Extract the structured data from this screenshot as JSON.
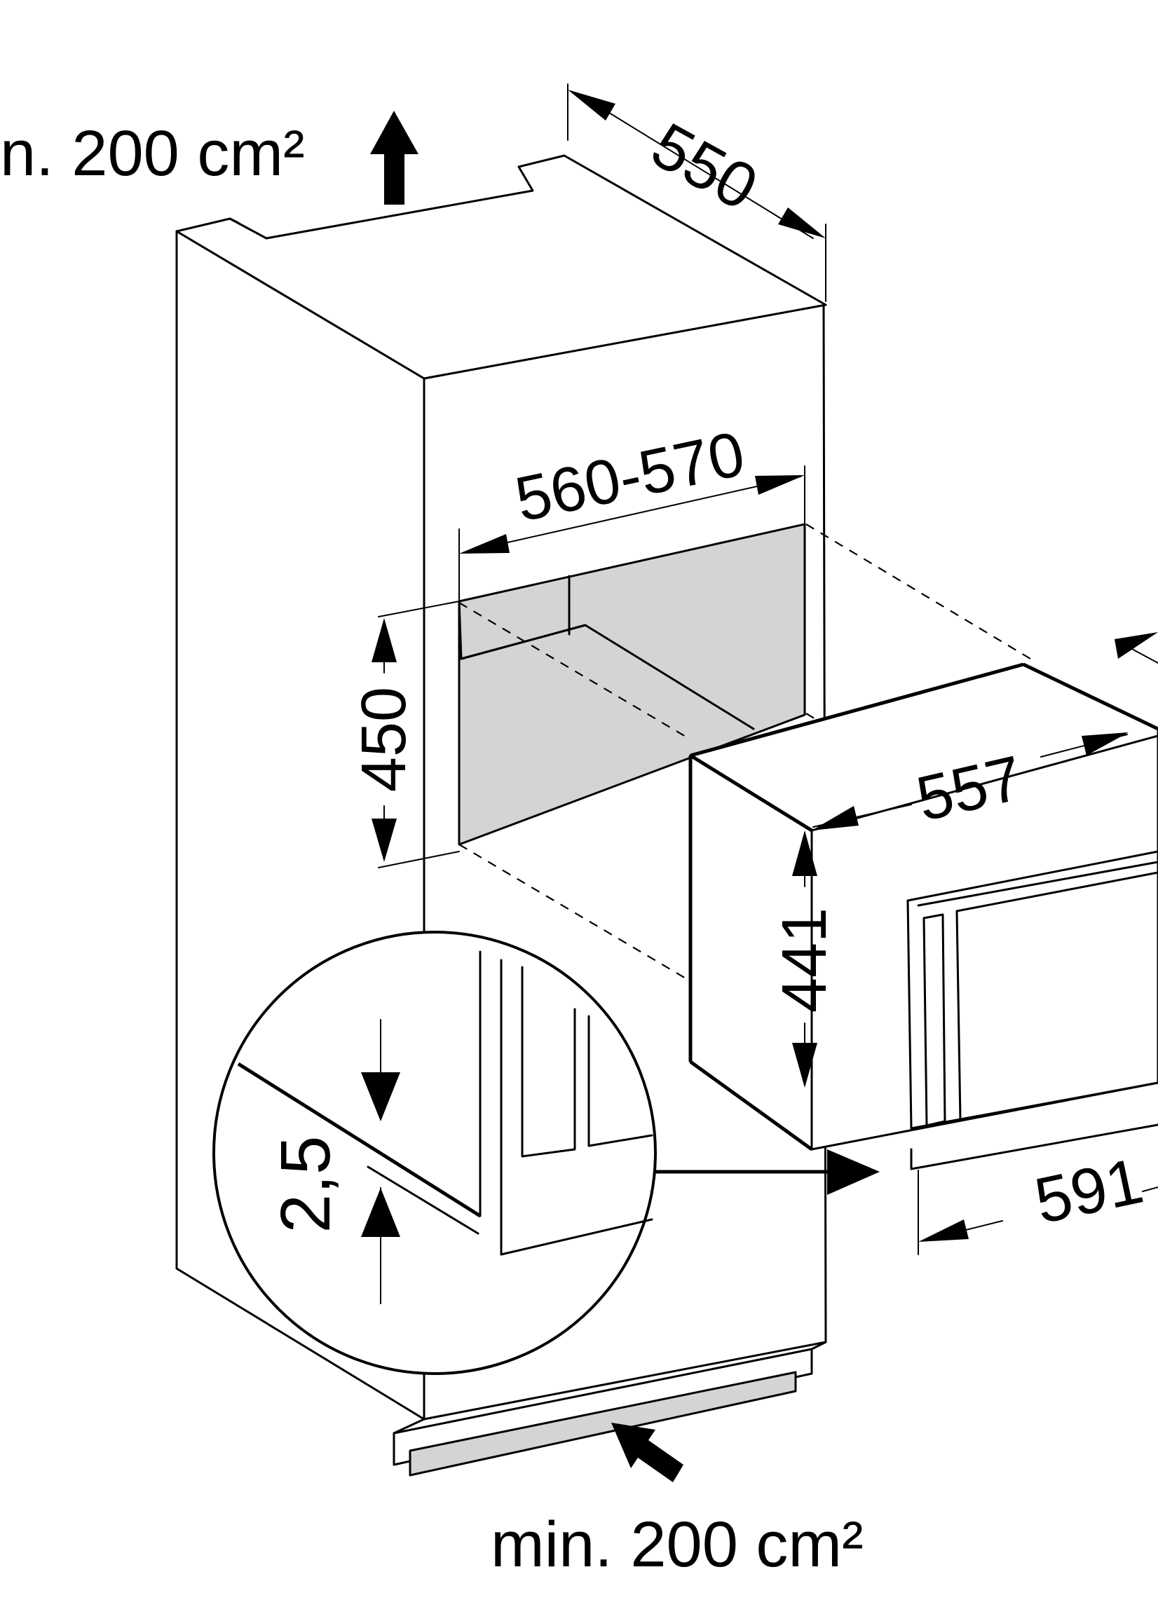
{
  "labels": {
    "vent_top": "n. 200 cm²",
    "vent_bottom": "min. 200 cm²",
    "cabinet_depth": "550",
    "niche_width": "560-570",
    "niche_height": "450",
    "appliance_width": "557",
    "appliance_height": "441",
    "appliance_front_width": "591",
    "gap_detail": "2,5"
  },
  "colors": {
    "line": "#000000",
    "shading": "#d4d4d4",
    "background": "#ffffff"
  }
}
